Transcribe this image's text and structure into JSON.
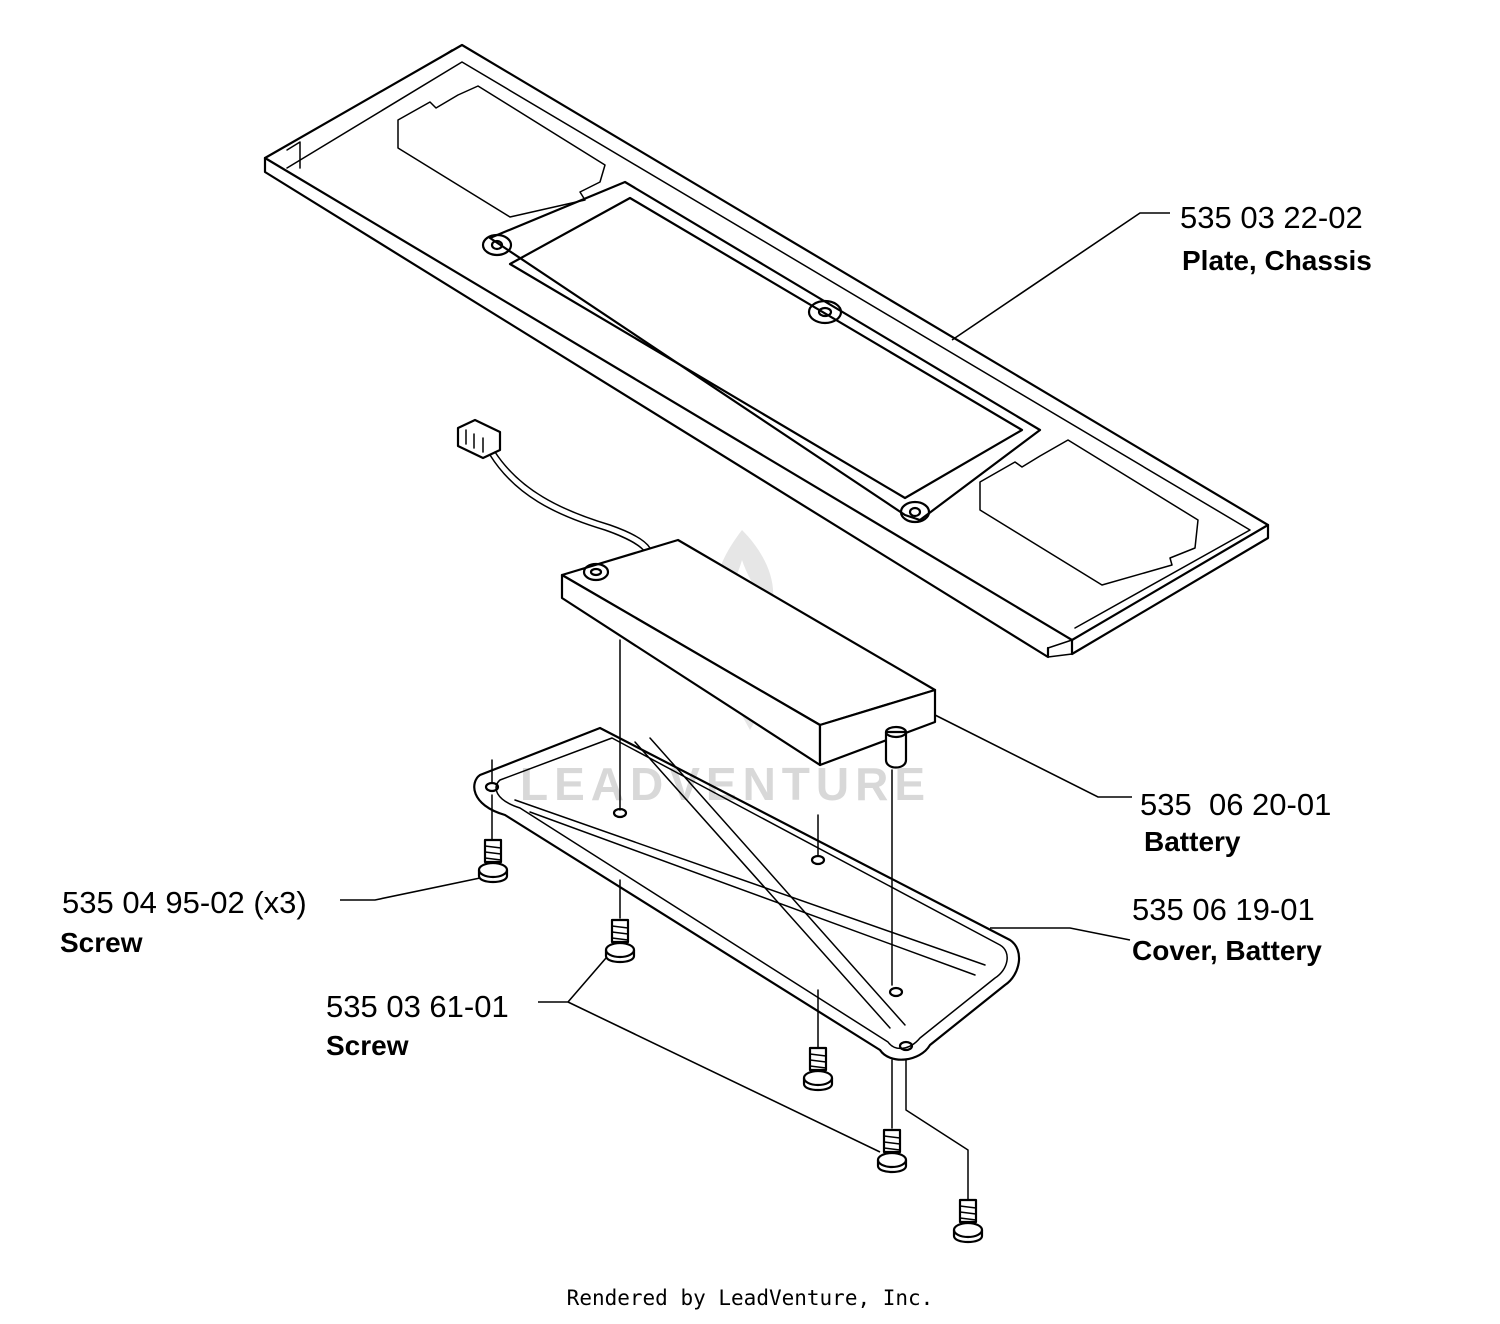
{
  "parts": [
    {
      "id": "plate",
      "number": "535 03 22-02",
      "name": "Plate, Chassis"
    },
    {
      "id": "battery",
      "number": "535  06 20-01",
      "name": "Battery"
    },
    {
      "id": "screw-a",
      "number": "535 04 95-02 (x3)",
      "name": "Screw"
    },
    {
      "id": "cover",
      "number": "535 06 19-01",
      "name": "Cover, Battery"
    },
    {
      "id": "screw-b",
      "number": "535 03 61-01",
      "name": "Screw"
    }
  ],
  "watermark": "LEADVENTURE",
  "footer": "Rendered by LeadVenture, Inc."
}
